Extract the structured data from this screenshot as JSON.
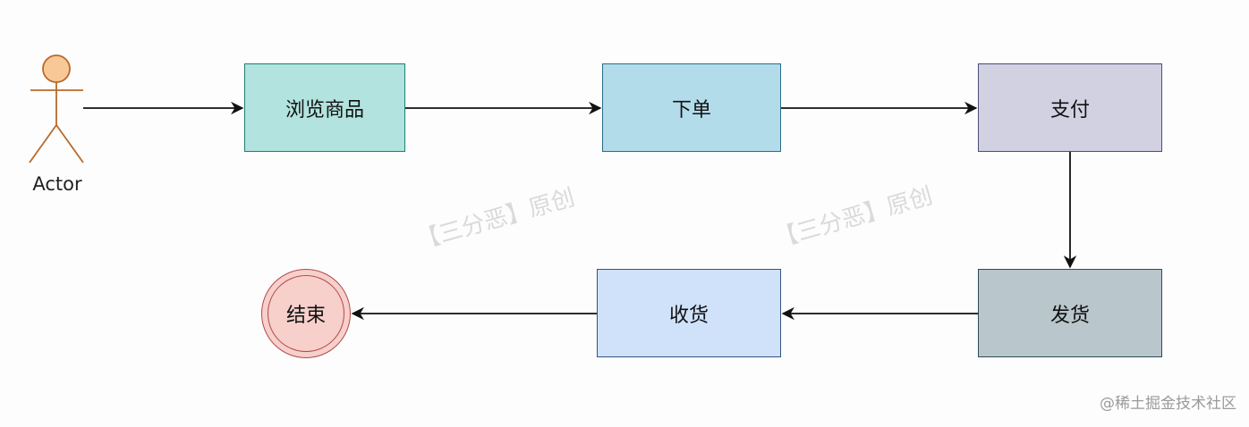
{
  "actor": {
    "label": "Actor",
    "icon": "stick-figure-icon"
  },
  "nodes": {
    "browse": "浏览商品",
    "order": "下单",
    "pay": "支付",
    "ship": "发货",
    "receive": "收货",
    "end": "结束"
  },
  "edges": [
    [
      "actor",
      "browse"
    ],
    [
      "browse",
      "order"
    ],
    [
      "order",
      "pay"
    ],
    [
      "pay",
      "ship"
    ],
    [
      "ship",
      "receive"
    ],
    [
      "receive",
      "end"
    ]
  ],
  "watermark": "【三分恶】原创",
  "credit": "@稀土掘金技术社区",
  "colors": {
    "browse": "#b2e3de",
    "order": "#b3dcea",
    "pay": "#d2d1e2",
    "ship": "#b9c6cc",
    "receive": "#cfe2fa",
    "end": "#f7cfcb",
    "actor": "#f8c896"
  }
}
